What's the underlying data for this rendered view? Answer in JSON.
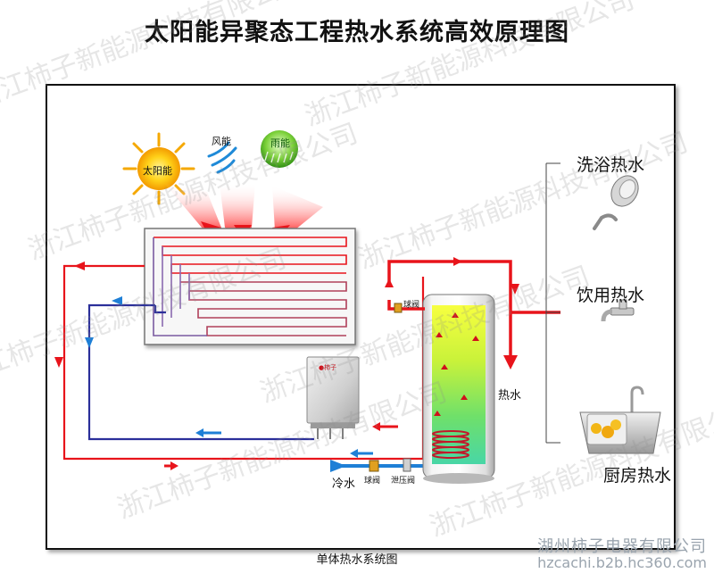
{
  "title": "太阳能异聚态工程热水系统高效原理图",
  "caption": "单体热水系统图",
  "icons": {
    "sun": {
      "label": "太阳能",
      "name": "sun-icon"
    },
    "wind": {
      "label": "风能",
      "name": "wind-icon"
    },
    "rain": {
      "label": "雨能",
      "name": "rain-icon"
    }
  },
  "outlets": [
    {
      "label": "洗浴热水",
      "icon": "shower-head-icon"
    },
    {
      "label": "饮用热水",
      "icon": "faucet-icon"
    },
    {
      "label": "厨房热水",
      "icon": "kitchen-sink-icon"
    }
  ],
  "labels": {
    "ball_valve_top": "球阀",
    "hot_water": "热水",
    "cold_water": "冷水",
    "ball_valve_bottom": "球阀",
    "pressure_valve": "泄压阀"
  },
  "watermark": "浙江柿子新能源科技有限公司",
  "footer": {
    "company": "湖州柿子电器有限公司",
    "url": "hzcachi.b2b.hc360.com"
  },
  "colors": {
    "hot_pipe": "#e8141b",
    "cold_pipe": "#2b2f9a",
    "flow_arrow_blue": "#1e7fd6",
    "tank_glow": "#d8f020"
  }
}
